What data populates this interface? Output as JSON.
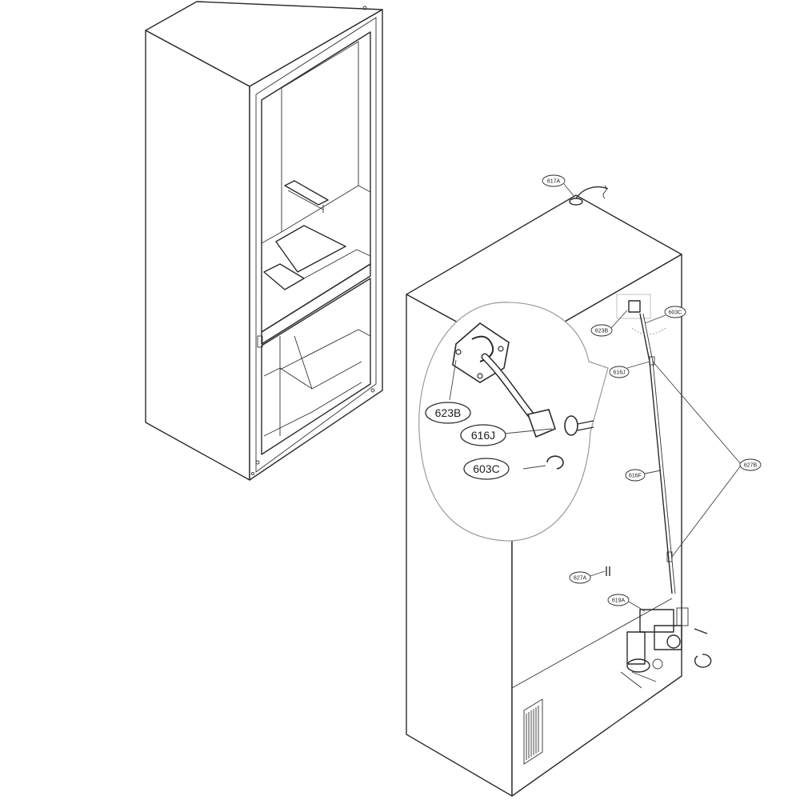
{
  "colors": {
    "line": "#2b2b2b",
    "background": "#ffffff",
    "callout_stroke": "#9a9a9a",
    "highlight_box": "#c0c0c0"
  },
  "callouts": {
    "c617A": "617A",
    "c623B": "623B",
    "c603C": "603C",
    "c616J": "616J",
    "c616F": "616F",
    "c627B": "627B",
    "c627A": "627A",
    "c619A": "619A"
  },
  "detail": {
    "c623B": "623B",
    "c616J": "616J",
    "c603C": "603C"
  }
}
